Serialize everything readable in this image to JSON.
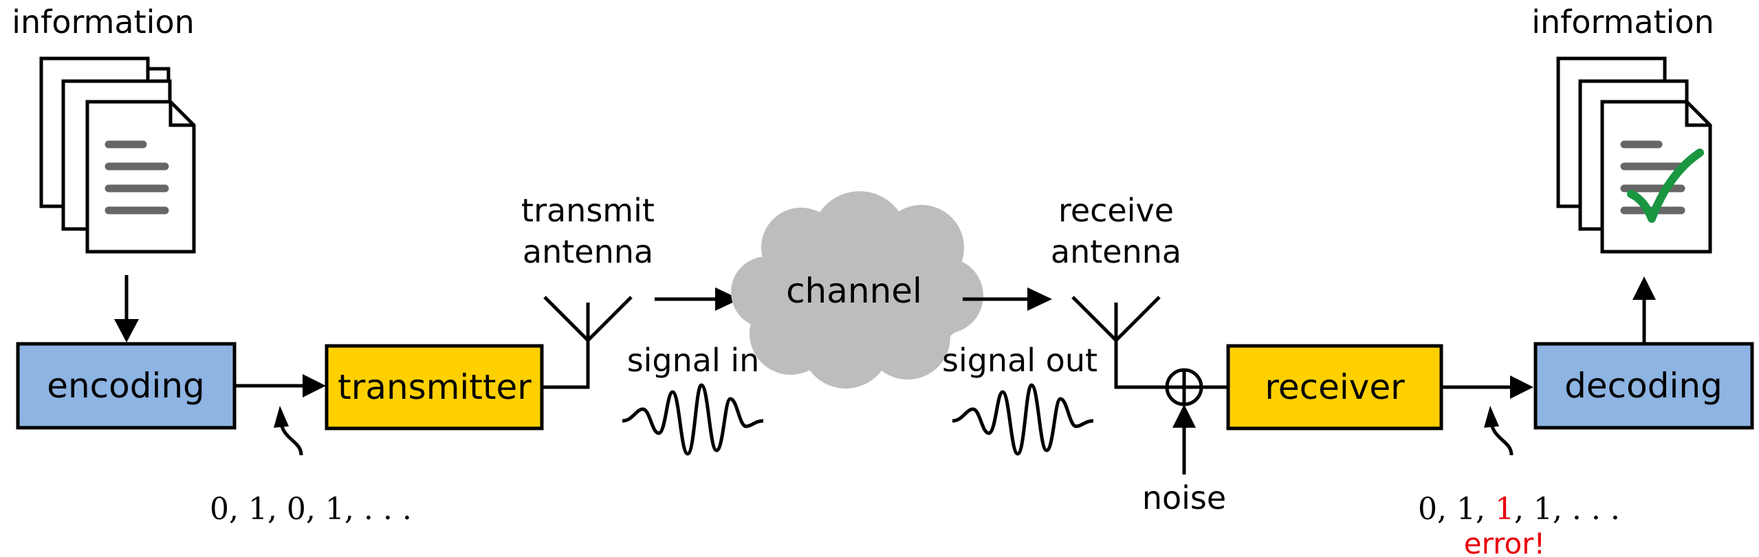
{
  "colors": {
    "encoder_fill": "#8db4e2",
    "radio_fill": "#ffd000",
    "cloud_fill": "#bdbdbd",
    "stroke": "#000000",
    "doc_lines": "#666666",
    "check": "#1a9641",
    "error": "#e8000b"
  },
  "icons": {
    "source_docs": "document-stack-icon",
    "output_docs": "document-stack-check-icon",
    "transmit_antenna": "antenna-icon",
    "receive_antenna": "antenna-icon",
    "channel": "cloud-icon",
    "adder": "circled-plus-icon",
    "signal": "waveform-icon"
  },
  "source": {
    "label": "information"
  },
  "destination": {
    "label": "information"
  },
  "blocks": {
    "encoding": "encoding",
    "transmitter": "transmitter",
    "channel": "channel",
    "receiver": "receiver",
    "decoding": "decoding"
  },
  "antennas": {
    "transmit_line1": "transmit",
    "transmit_line2": "antenna",
    "receive_line1": "receive",
    "receive_line2": "antenna"
  },
  "signals": {
    "in": "signal in",
    "out": "signal out"
  },
  "noise": {
    "label": "noise"
  },
  "bits_sent": {
    "text": "0, 1, 0, 1, . . ."
  },
  "bits_received": {
    "part1": "0, 1, ",
    "flipped": "1",
    "part2": ", 1, . . .",
    "error_label": "error!"
  }
}
